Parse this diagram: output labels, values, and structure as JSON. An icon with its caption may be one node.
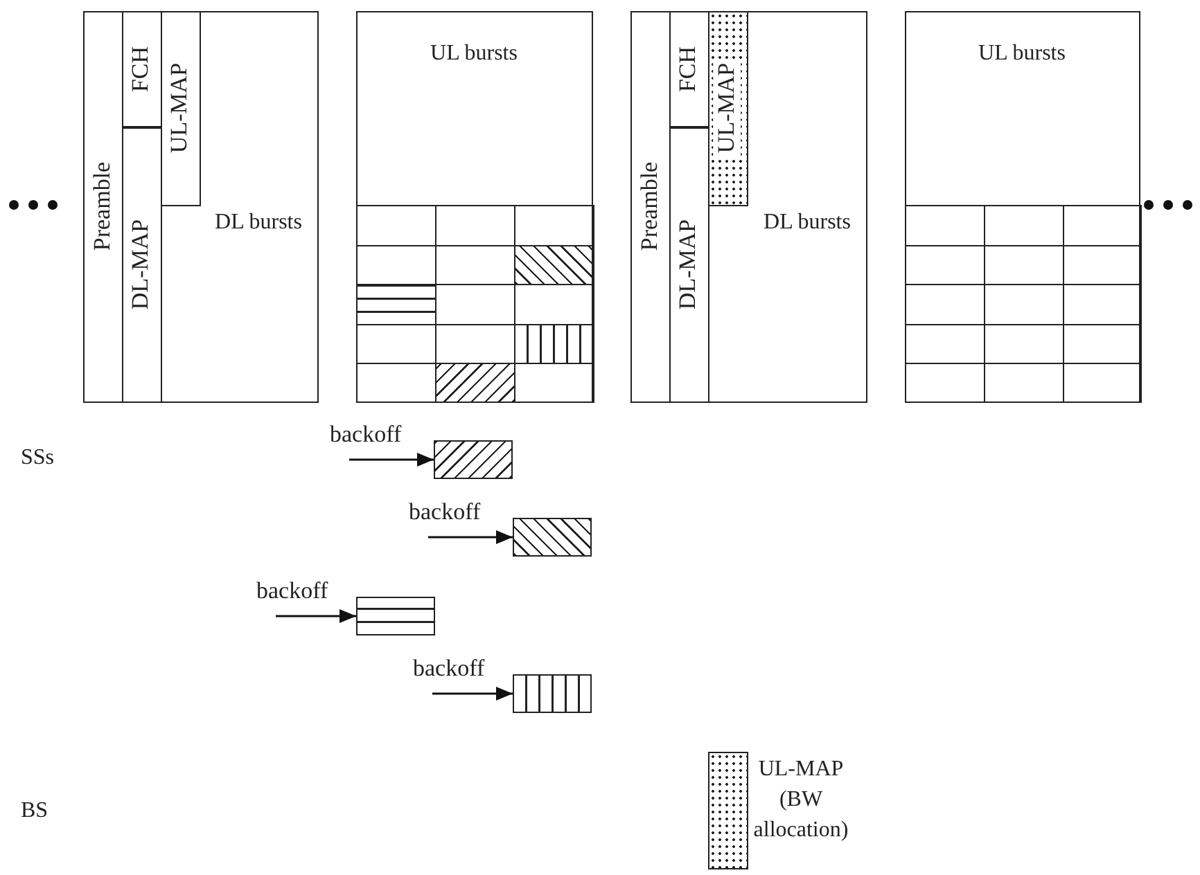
{
  "diagram": {
    "nodes": [
      {
        "text": [
          "DL bursts"
        ]
      },
      {
        "text": [
          "Preamble"
        ],
        "in": 0
      },
      {
        "text": [
          "FCH"
        ],
        "in": 0
      },
      {
        "text": [
          "DL-MAP"
        ],
        "in": 0
      },
      {
        "text": [
          "UL-MAP"
        ],
        "in": 0
      },
      {
        "text": [
          "UL bursts"
        ]
      },
      {
        "text": [
          "DL bursts"
        ]
      },
      {
        "text": [
          "Preamble"
        ],
        "in": 6
      },
      {
        "text": [
          "FCH"
        ],
        "in": 6
      },
      {
        "text": [
          "DL-MAP"
        ],
        "in": 6
      },
      {
        "text": [
          "UL-MAP"
        ],
        "in": 6
      },
      {
        "text": [
          "UL bursts"
        ]
      },
      {
        "text": [],
        "shape": "box"
      },
      {
        "text": [],
        "shape": "box"
      },
      {
        "text": [],
        "shape": "box"
      },
      {
        "text": [],
        "shape": "box"
      }
    ],
    "edges": [
      {
        "from": null,
        "to": 12,
        "arrow": "to",
        "label": "backoff"
      },
      {
        "from": null,
        "to": 13,
        "arrow": "to",
        "label": "backoff"
      },
      {
        "from": null,
        "to": 14,
        "arrow": "to",
        "label": "backoff"
      },
      {
        "from": null,
        "to": 15,
        "arrow": "to",
        "label": "backoff"
      }
    ],
    "labels": [
      "SSs",
      "BS"
    ],
    "legend": [
      {
        "text": "UL-MAP (BW allocation)"
      }
    ]
  }
}
